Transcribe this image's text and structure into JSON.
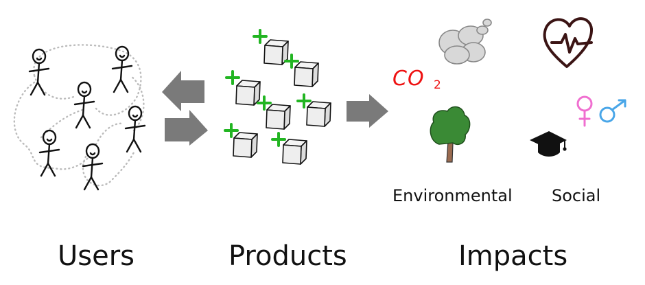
{
  "labels": {
    "users": "Users",
    "products": "Products",
    "impacts": "Impacts",
    "environmental": "Environmental",
    "social": "Social"
  },
  "co2": {
    "main": "CO",
    "sub": "2"
  },
  "colors": {
    "plus": "#22b522",
    "arrow": "#7a7a7a",
    "cube_fill": "#eeeeee",
    "co2": "#ee1111",
    "cloud": "#d8d8d8",
    "tree_leaves": "#3a8a35",
    "tree_trunk": "#9a6b50",
    "heart": "#3b1414",
    "female": "#f06fd0",
    "male": "#49a6e8",
    "links": "#bbbbbb"
  }
}
